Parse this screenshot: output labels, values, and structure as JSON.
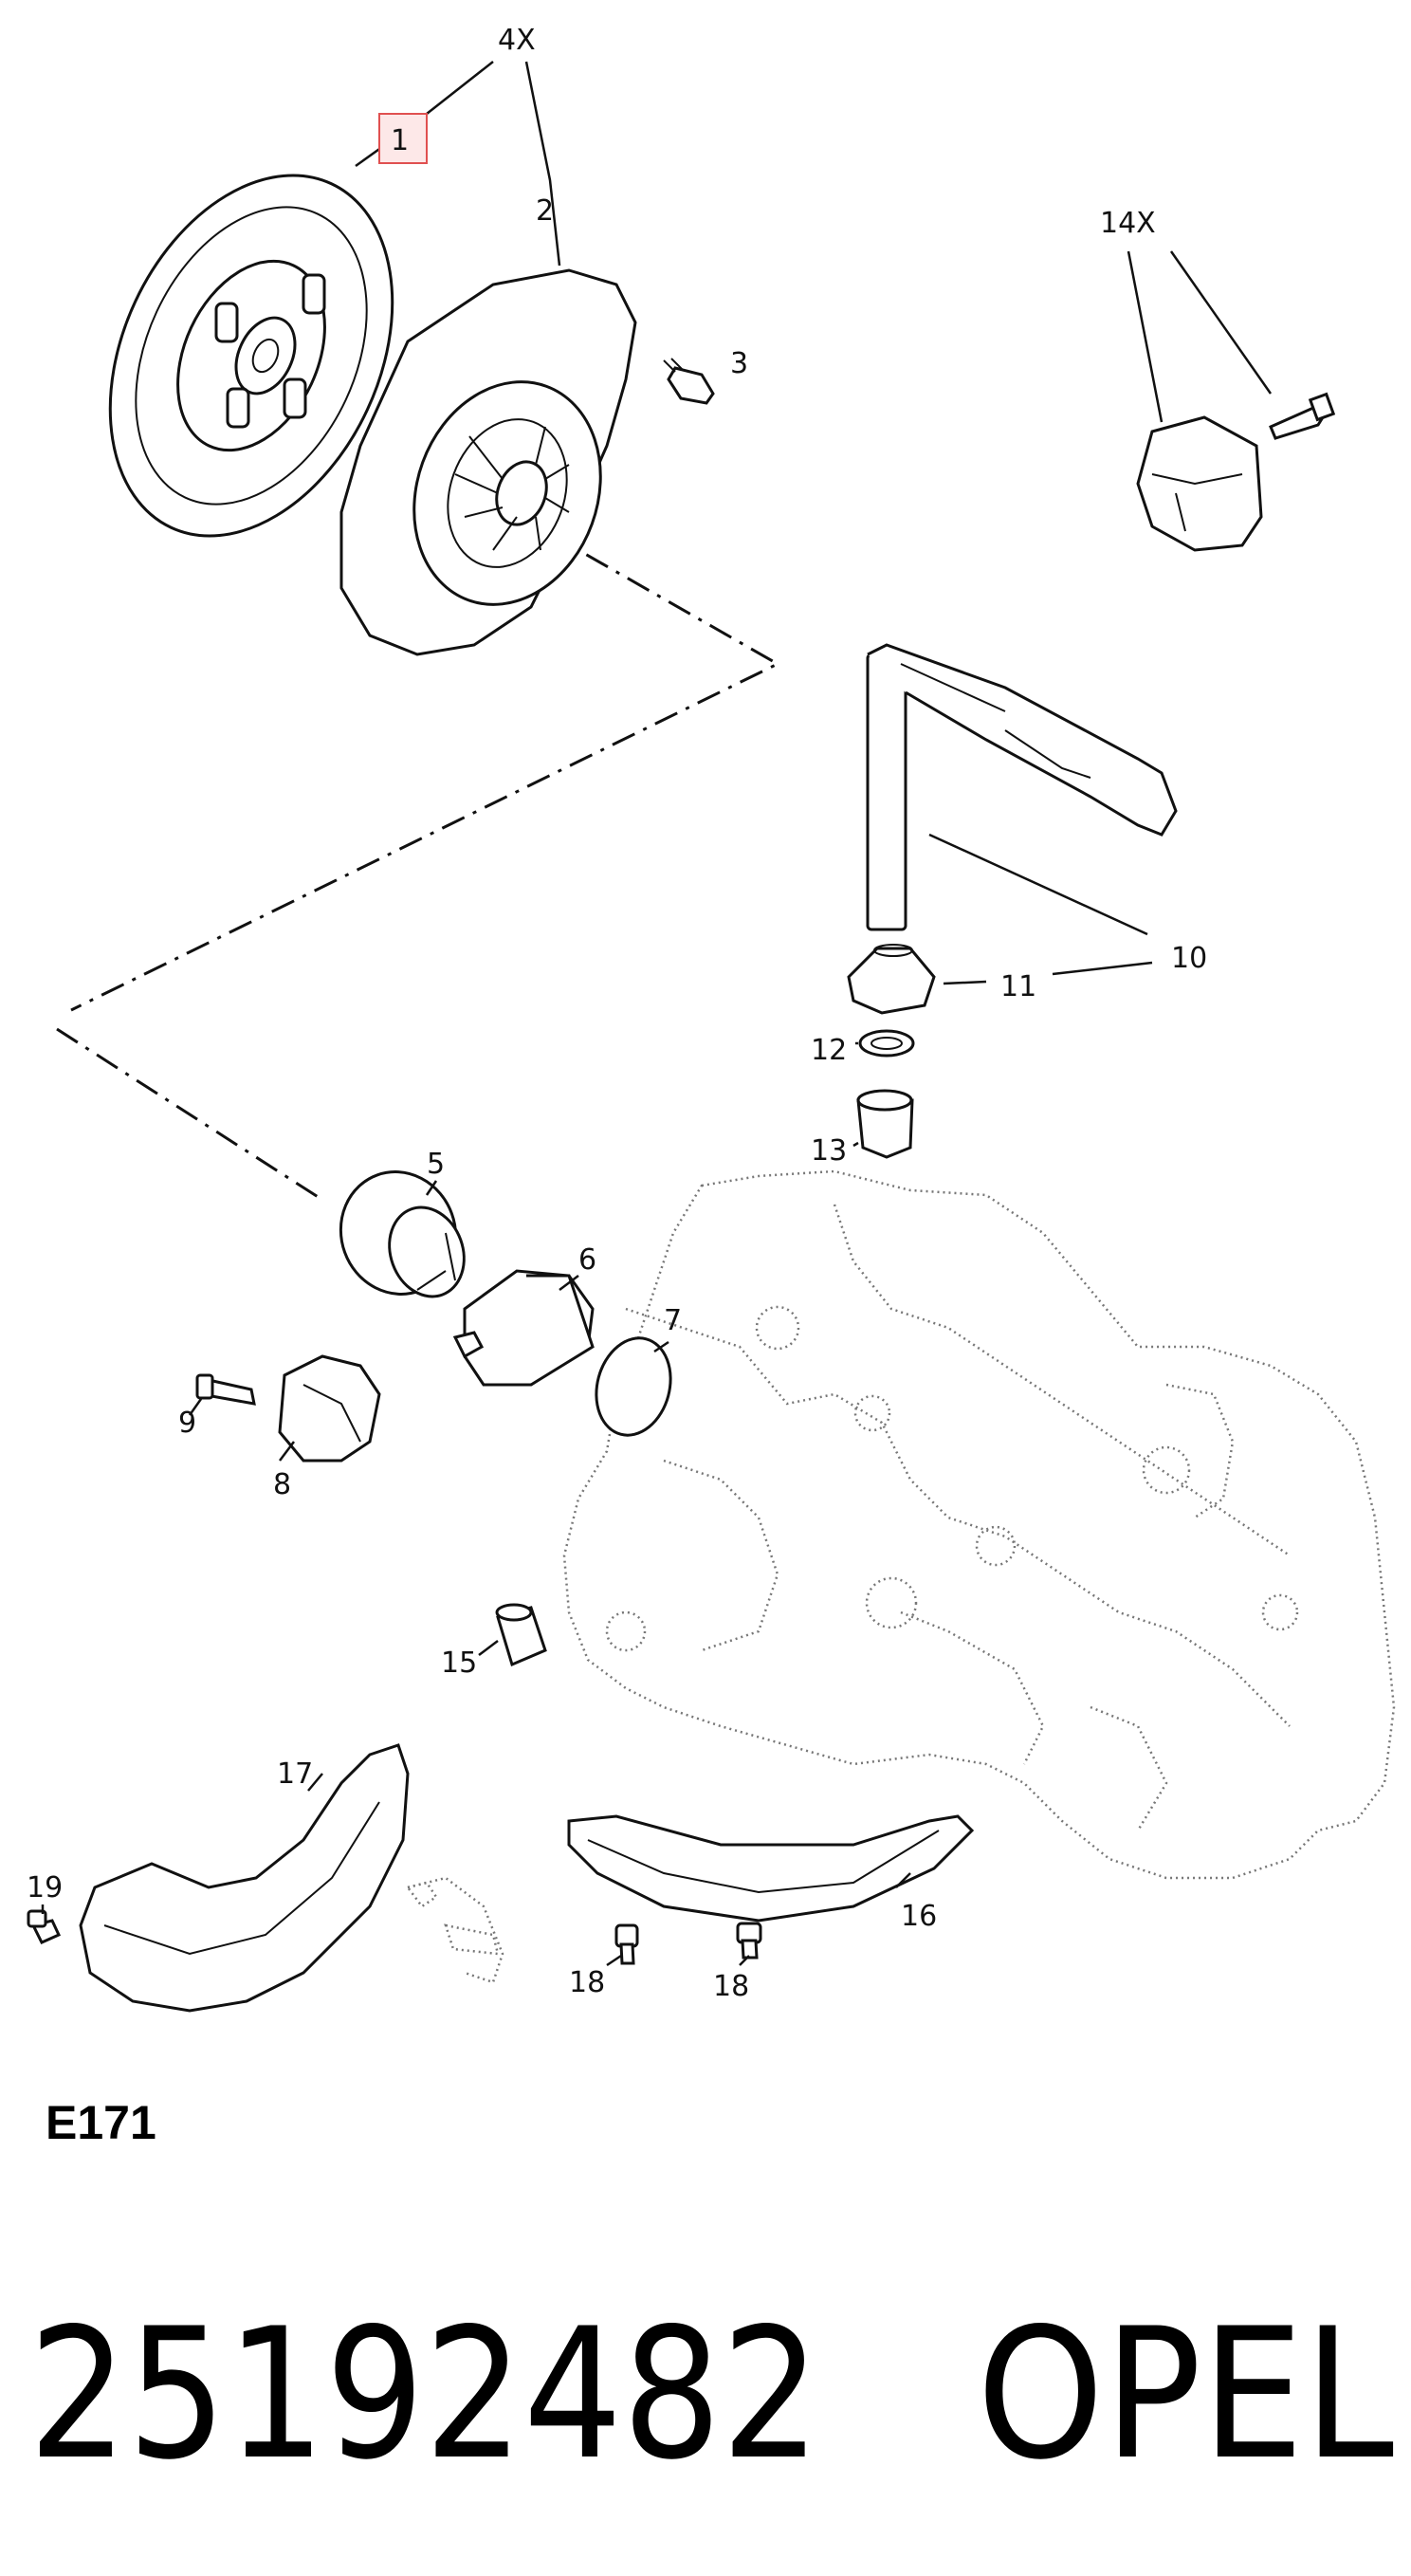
{
  "callouts": {
    "c1": "1",
    "c4x": "4X",
    "c2": "2",
    "c3": "3",
    "c14x": "14X",
    "c10": "10",
    "c11": "11",
    "c12": "12",
    "c13": "13",
    "c5": "5",
    "c6": "6",
    "c7": "7",
    "c9": "9",
    "c8": "8",
    "c15": "15",
    "c17": "17",
    "c16": "16",
    "c19": "19",
    "c18a": "18",
    "c18b": "18"
  },
  "diagram_code": "E171",
  "part_number": "25192482",
  "brand": "OPEL",
  "highlight_color": "#e05050"
}
